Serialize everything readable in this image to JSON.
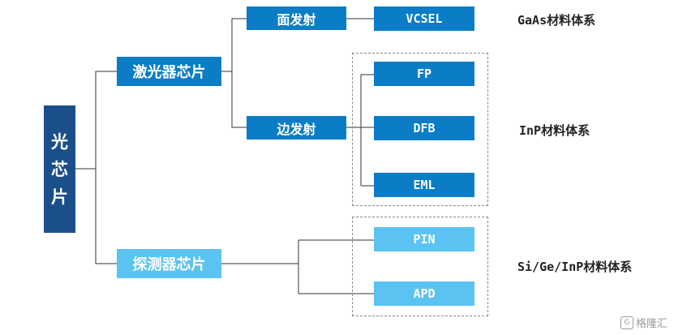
{
  "root": {
    "label": "光\n芯\n片"
  },
  "level1": {
    "laser": "激光器芯片",
    "detector": "探测器芯片"
  },
  "level2": {
    "surface": "面发射",
    "edge": "边发射"
  },
  "leaves": {
    "vcsel": "VCSEL",
    "fp": "FP",
    "dfb": "DFB",
    "eml": "EML",
    "pin": "PIN",
    "apd": "APD"
  },
  "materials": {
    "gaas": "GaAs材料体系",
    "inp": "InP材料体系",
    "sigeinp": "Si/Ge/InP材料体系"
  },
  "watermark": {
    "text": "格隆汇",
    "icon": "G"
  },
  "colors": {
    "root": "#1b4f8a",
    "blue": "#0a7dc6",
    "light": "#5bc3f2",
    "line": "#333333",
    "dash": "#8a8a8a"
  }
}
